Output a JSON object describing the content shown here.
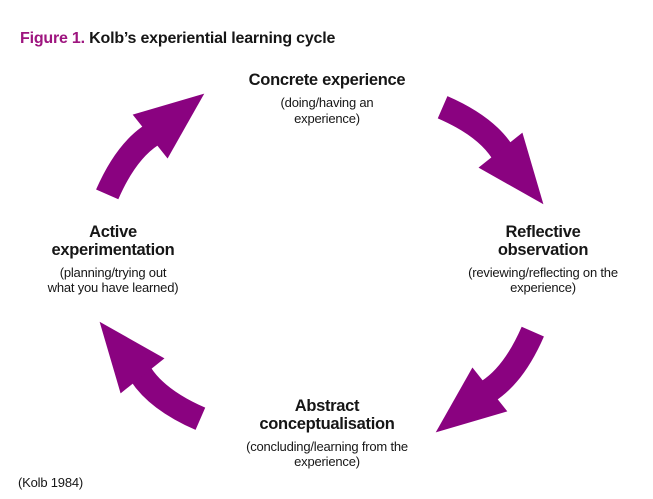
{
  "title": {
    "figure_label": "Figure 1.",
    "text": "Kolb’s experiential learning cycle"
  },
  "citation": "(Kolb 1984)",
  "colors": {
    "arrow_purple": "#8A0280",
    "figure_label_magenta": "#9E157F",
    "text_black": "#161616",
    "background": "#FFFFFF"
  },
  "nodes": [
    {
      "id": "concrete-experience",
      "title": "Concrete experience",
      "subtitle": "(doing/having an experience)"
    },
    {
      "id": "reflective-observation",
      "title": "Reflective observation",
      "subtitle": "(reviewing/reflecting on the experience)"
    },
    {
      "id": "abstract-conceptualisation",
      "title": "Abstract conceptualisation",
      "subtitle": "(concluding/learning from the experience)"
    },
    {
      "id": "active-experimentation",
      "title": "Active experimentation",
      "subtitle": "(planning/trying out what you have learned)"
    }
  ],
  "arrows": [
    {
      "id": "arrow-active-to-concrete",
      "from": "Active experimentation",
      "to": "Concrete experience",
      "direction": "up-right"
    },
    {
      "id": "arrow-concrete-to-reflective",
      "from": "Concrete experience",
      "to": "Reflective observation",
      "direction": "down-right"
    },
    {
      "id": "arrow-reflective-to-abstract",
      "from": "Reflective observation",
      "to": "Abstract conceptualisation",
      "direction": "down-left"
    },
    {
      "id": "arrow-abstract-to-active",
      "from": "Abstract conceptualisation",
      "to": "Active experimentation",
      "direction": "up-left"
    }
  ]
}
